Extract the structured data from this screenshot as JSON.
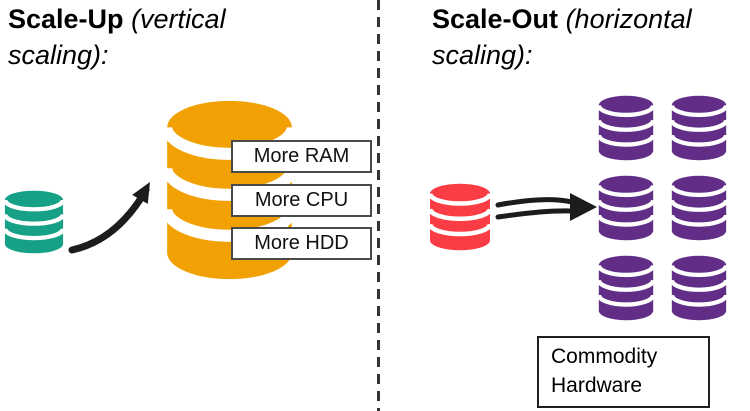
{
  "left_panel": {
    "title_bold": "Scale-Up",
    "title_italic": "(vertical scaling):",
    "upgrade_labels": [
      "More RAM",
      "More CPU",
      "More HDD"
    ]
  },
  "right_panel": {
    "title_bold": "Scale-Out",
    "title_italic": "(horizontal scaling):",
    "hardware_box_label": "Commodity Hardware"
  },
  "colors": {
    "teal": "#16a085",
    "orange": "#f2a104",
    "red": "#fa3c44",
    "purple": "#612d87",
    "ink": "#1c1c1c"
  }
}
